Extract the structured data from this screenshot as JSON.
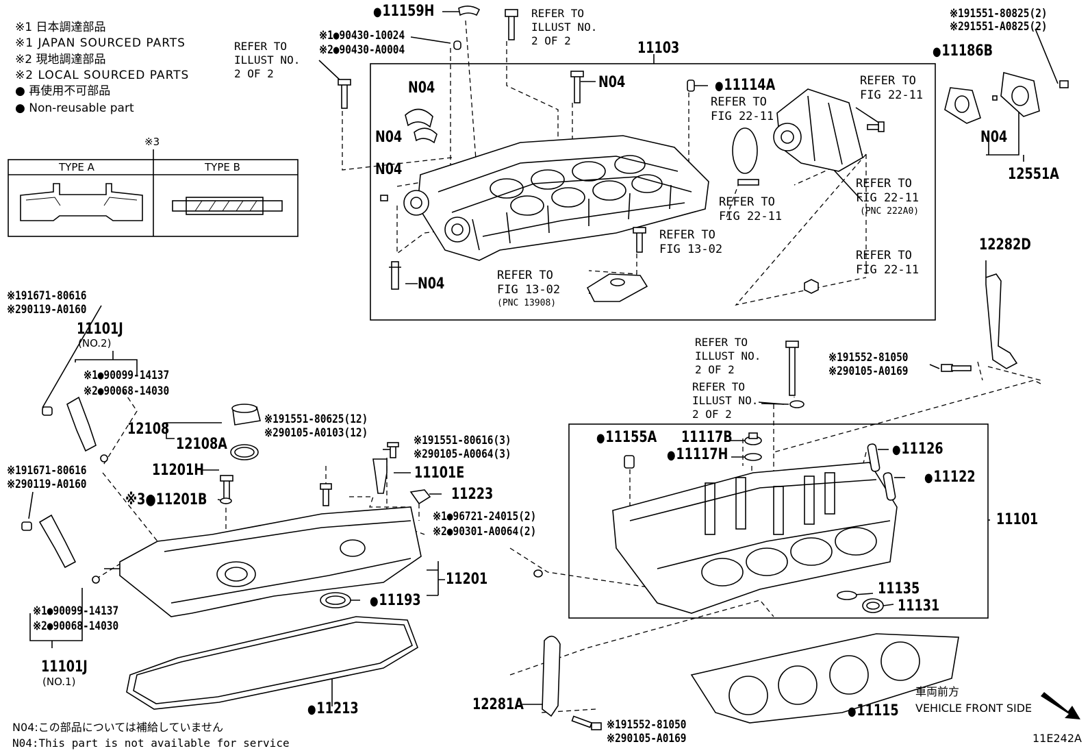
{
  "legend": {
    "l1": "※1 日本調達部品",
    "l2": "※1 JAPAN SOURCED PARTS",
    "l3": "※2 現地調達部品",
    "l4": "※2 LOCAL SOURCED PARTS",
    "l5": "● 再使用不可部品",
    "l6": "● Non-reusable part"
  },
  "type_box": {
    "note": "※3",
    "type_a": "TYPE A",
    "type_b": "TYPE B"
  },
  "labels": {
    "p11159H": "11159H",
    "p90430a": "※1●90430-10024",
    "p90430b": "※2●90430-A0004",
    "refer_ill_1": "REFER TO\nILLUST NO.\n2 OF 2",
    "refer_ill_top": "REFER TO\nILLUST NO.\n2 OF 2",
    "p11103": "11103",
    "p19155_080825": "※191551-80825(2)",
    "p29155_a0825": "※291551-A0825(2)",
    "p11186B": "11186B",
    "n04_a": "N04",
    "n04_b": "N04",
    "n04_c": "N04",
    "n04_d": "N04",
    "n04_e": "N04",
    "n04_f": "N04",
    "p11114A": "11114A",
    "ref_2211_a": "REFER TO\nFIG 22-11",
    "ref_2211_b": "REFER TO\nFIG 22-11",
    "ref_2211_c": "REFER TO\nFIG 22-11",
    "ref_2211_d": "REFER TO\nFIG 22-11",
    "ref_2211_e": "REFER TO\nFIG 22-11",
    "pnc222a0": "(PNC 222A0)",
    "p12551A": "12551A",
    "ref_1302_a": "REFER TO\nFIG 13-02",
    "ref_1302_b": "REFER TO\nFIG 13-02",
    "pnc13908": "(PNC 13908)",
    "p12282D": "12282D",
    "p19167_a": "※191671-80616",
    "p29011_a": "※290119-A0160",
    "p11101J2": "11101J",
    "no2": "(NO.2)",
    "p90099a": "※1●90099-14137",
    "p90068a": "※2●90068-14030",
    "refer_ill_mid1": "REFER TO\nILLUST NO.\n2 OF 2",
    "refer_ill_mid2": "REFER TO\nILLUST NO.\n2 OF 2",
    "p19155_281050a": "※191552-81050",
    "p29010_a0169a": "※290105-A0169",
    "p12108": "12108",
    "p12108A": "12108A",
    "p19155_80625": "※191551-80625(12)",
    "p29010_a0103": "※290105-A0103(12)",
    "p19155_80616": "※191551-80616(3)",
    "p29010_a0064": "※290105-A0064(3)",
    "p11201H": "11201H",
    "p11101E": "11101E",
    "p11223": "11223",
    "p19167_b": "※191671-80616",
    "p29011_b": "※290119-A0160",
    "p11201B": "※3●11201B",
    "p96721": "※1●96721-24015(2)",
    "p90301": "※2●90301-A0064(2)",
    "p11155A": "11155A",
    "p11117B": "11117B",
    "p11117H": "11117H",
    "p11126": "11126",
    "p11122": "11122",
    "p11101": "11101",
    "p11201": "11201",
    "p11193": "11193",
    "p11135": "11135",
    "p11131": "11131",
    "p90099b": "※1●90099-14137",
    "p90068b": "※2●90068-14030",
    "p11101J1": "11101J",
    "no1": "(NO.1)",
    "p11213": "11213",
    "p12281A": "12281A",
    "p19155_281050b": "※191552-81050",
    "p29010_a0169b": "※290105-A0169",
    "p11115": "11115",
    "front_jp": "車両前方",
    "front_en": "VEHICLE FRONT SIDE",
    "foot_jp": "N04:この部品については補給していません",
    "foot_en": "N04:This part is not available for service",
    "fig_code": "11E242A"
  }
}
